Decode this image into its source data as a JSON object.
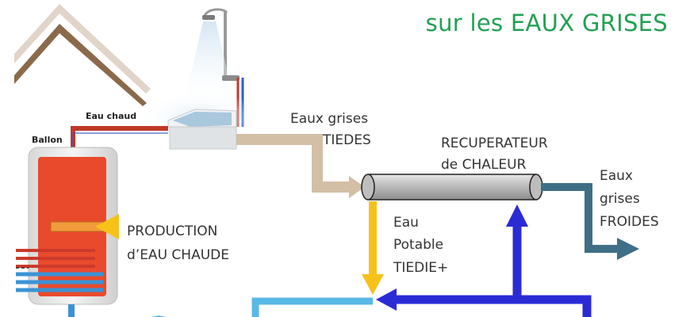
{
  "title": "sur les EAUX GRISES",
  "labels": {
    "eau_chaud": "Eau chaud",
    "ballon": "Ballon",
    "eaux_grises_tiedes_1": "Eaux grises",
    "eaux_grises_tiedes_2": "TIEDES",
    "recuperateur_1": "RECUPERATEUR",
    "recuperateur_2": "de CHALEUR",
    "eaux_grises_froides_1": "Eaux",
    "eaux_grises_froides_2": "grises",
    "eaux_grises_froides_3": "FROIDES",
    "eau_potable_1": "Eau",
    "eau_potable_2": "Potable",
    "eau_potable_3": "TIEDIE+",
    "production_1": "PRODUCTION",
    "production_2": "d’EAU CHAUDE"
  },
  "colors": {
    "title": "#22a052",
    "grey_water_warm": "#d2bfa5",
    "grey_water_cold": "#3f6f86",
    "potable_tepid": "#f5c21a",
    "cold_supply": "#2b2bd6",
    "light_blue_pipe": "#5bb8e6",
    "hot_pipe": "#c0392b",
    "tank_red": "#ea4a2c",
    "production_arrow": "#f6c21a"
  }
}
